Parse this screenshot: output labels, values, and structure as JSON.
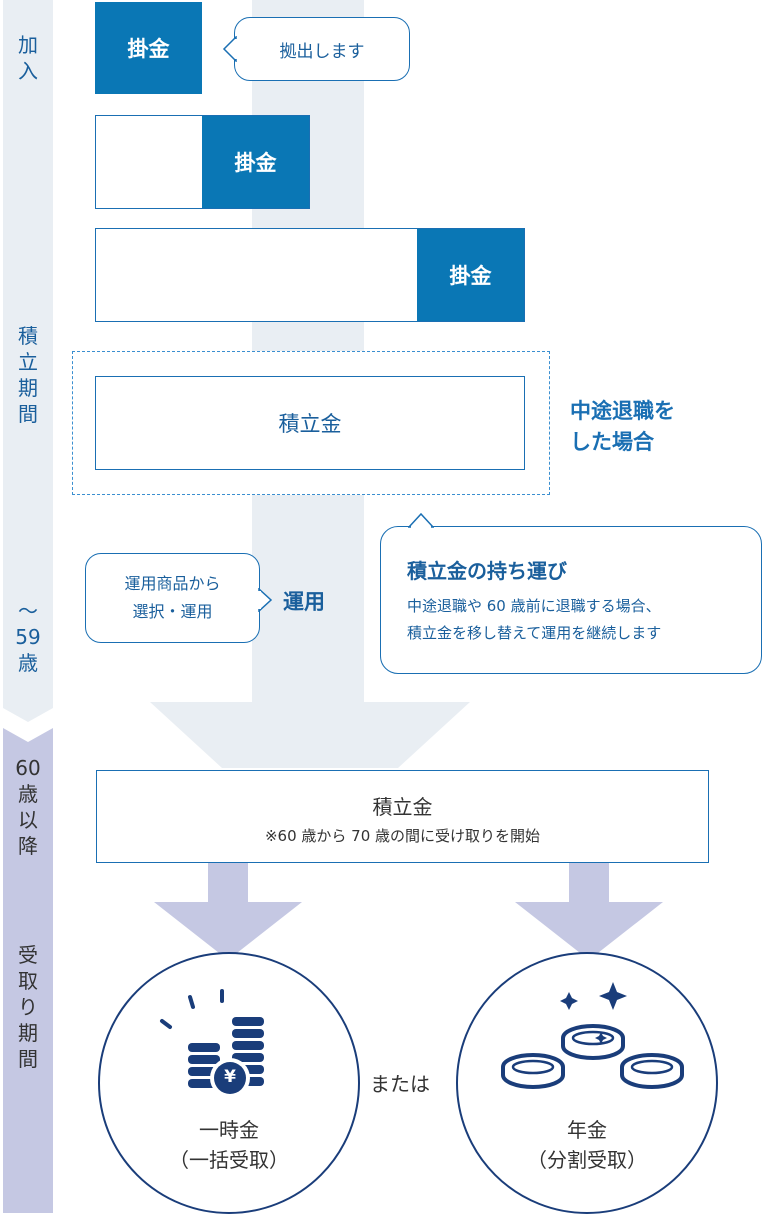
{
  "sidebar": {
    "join": "加\n入",
    "accumulation": "積\n立\n期\n間",
    "until59": "〜\n59\n歳",
    "after60": "60\n歳\n以\n降",
    "receipt": "受\n取\nり\n期\n間"
  },
  "steps": {
    "kakekin1": "掛金",
    "bubble_contribute": "拠出します",
    "kakekin2": "掛金",
    "kakekin3": "掛金",
    "tsumitatekin": "積立金",
    "midway_retire": "中途退職を\nした場合",
    "portability_title": "積立金の持ち運び",
    "portability_desc": "中途退職や 60 歳前に退職する場合、\n積立金を移し替えて運用を継続します",
    "bubble_select": "運用商品から\n選択・運用",
    "unyou": "運用"
  },
  "payout": {
    "title": "積立金",
    "note": "※60 歳から 70 歳の間に受け取りを開始",
    "lump_sum": "一時金\n（一括受取）",
    "or": "または",
    "annuity": "年金\n（分割受取）",
    "yen_symbol": "¥"
  },
  "colors": {
    "accent": "#0a77b5",
    "timeline": "#c5c8e3",
    "flow": "#e9eef3",
    "navy": "#1a3d7a"
  }
}
